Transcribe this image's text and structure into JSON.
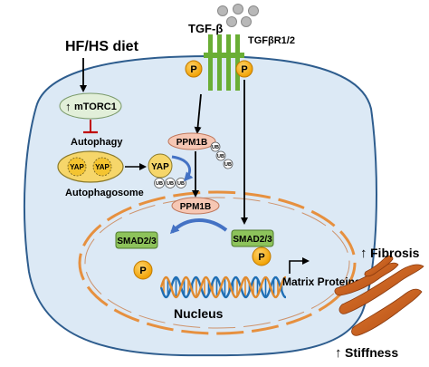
{
  "ligand": {
    "label": "TGF-β"
  },
  "receptor": {
    "label": "TGFβR1/2"
  },
  "phospho": {
    "label": "P"
  },
  "diet": {
    "label": "HF/HS diet"
  },
  "mtorc1": {
    "arrow": "↑",
    "label": "mTORC1"
  },
  "autophagy": {
    "label": "Autophagy"
  },
  "autophagosome": {
    "label": "Autophagosome",
    "yap_inside": "YAP"
  },
  "yap": {
    "label": "YAP"
  },
  "ppm1b": {
    "label": "PPM1B"
  },
  "ub": {
    "label": "UB"
  },
  "smad": {
    "label": "SMAD2/3"
  },
  "nucleus": {
    "label": "Nucleus"
  },
  "matrix": {
    "label": "Matrix Proteins"
  },
  "fibrosis": {
    "arrow": "↑",
    "label": "Fibrosis"
  },
  "stiffness": {
    "arrow": "↑",
    "label": "Stiffness"
  },
  "colors": {
    "cell_fill": "#dce9f5",
    "cell_border": "#2e5d8e",
    "receptor_green": "#6aae35",
    "phospho_orange": "#f0a500",
    "smad_green": "#8dc35b",
    "ppm1b_pink": "#f6c7b4",
    "yap_yellow": "#f6d66a",
    "mtorc1_green": "#e2efd9",
    "nucleus_dash": "#c55a11",
    "inhibit_red": "#c00000",
    "curve_blue": "#4472c4",
    "fiber": "#c9581a",
    "dna_blue": "#1f6fb5",
    "dna_orange": "#e08a2e"
  }
}
